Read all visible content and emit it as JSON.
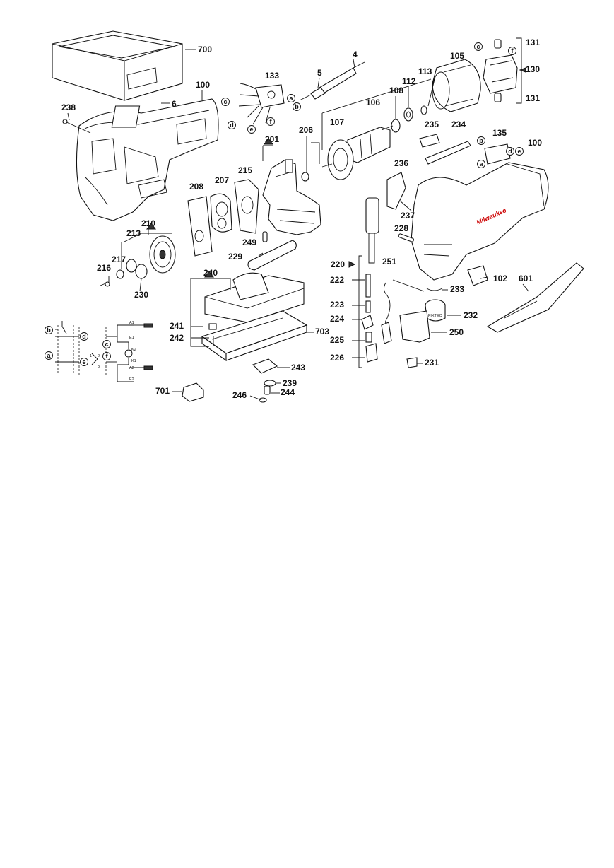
{
  "diagram": {
    "part_labels": [
      "700",
      "4",
      "5",
      "133",
      "105",
      "113",
      "112",
      "108",
      "106",
      "131",
      "130",
      "131",
      "100",
      "6",
      "238",
      "107",
      "206",
      "201",
      "215",
      "207",
      "208",
      "235",
      "234",
      "135",
      "100",
      "236",
      "237",
      "228",
      "210",
      "213",
      "217",
      "216",
      "230",
      "229",
      "249",
      "220",
      "222",
      "223",
      "224",
      "225",
      "226",
      "251",
      "240",
      "241",
      "242",
      "703",
      "243",
      "239",
      "244",
      "246",
      "701",
      "102",
      "233",
      "601",
      "232",
      "250",
      "231"
    ],
    "connector_letters": [
      "a",
      "b",
      "c",
      "d",
      "e",
      "f",
      "c",
      "f",
      "d",
      "e",
      "b",
      "a",
      "c",
      "f",
      "b",
      "d",
      "a",
      "e",
      "c",
      "f"
    ],
    "schematic_labels": {
      "a1": "A1",
      "e1": "E1",
      "k2": "K2",
      "k1": "K1",
      "a2": "A2",
      "e2": "E2",
      "p1": "1",
      "p2": "2",
      "p3": "3"
    },
    "brand_text": "Milwaukee",
    "collar_text": "FIXTEC"
  }
}
